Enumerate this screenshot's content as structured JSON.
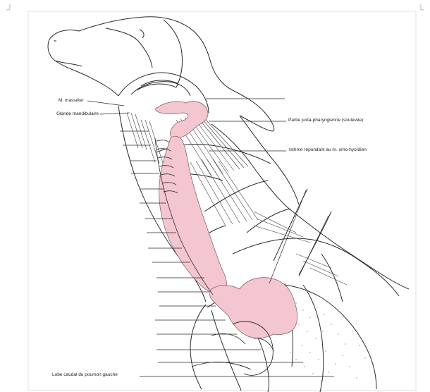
{
  "labels": {
    "masseter": "M. masséter",
    "mandibular_gland": "Glande mandibulaire",
    "juxta_pharyngeal": "Partie juxta-pharyngienne (soulevée)",
    "isthmus": "Isthme répondant au m. omo-hyoïdien",
    "caudal_lobe": "Lobe caudal du poumon gauche"
  },
  "colors": {
    "highlight_pink": "#f4c6cf",
    "line_ink": "#2a2a2a",
    "paper": "#ffffff",
    "border": "#dddddd"
  }
}
